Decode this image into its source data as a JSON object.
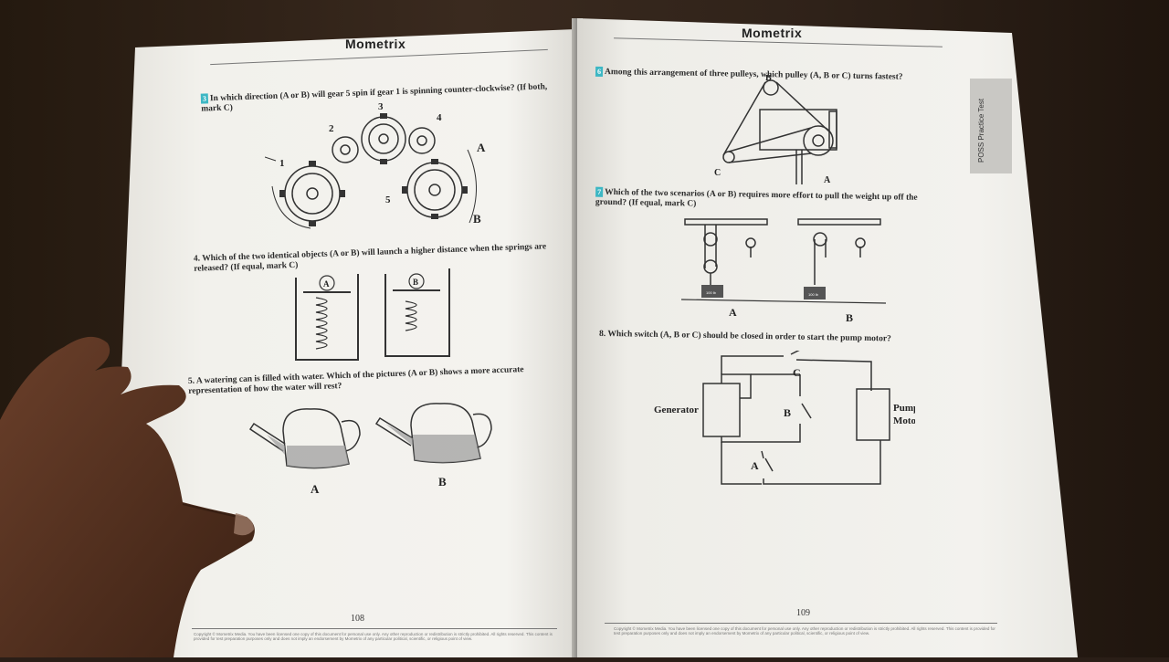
{
  "brand": "Mometrix",
  "left_page": {
    "page_number": "108",
    "questions": [
      {
        "number": "3",
        "text": "In which direction (A or B) will gear 5 spin if gear 1 is spinning counter-clockwise? (If both, mark C)",
        "labels": [
          "1",
          "2",
          "3",
          "4",
          "5",
          "A",
          "B"
        ]
      },
      {
        "number": "4.",
        "text": "Which of the two identical objects (A or B) will launch a higher distance when the springs are released? (If equal, mark C)",
        "labels": [
          "A",
          "B"
        ]
      },
      {
        "number": "5.",
        "text": "A watering can is filled with water. Which of the pictures (A or B) shows a more accurate representation of how the water will rest?",
        "labels": [
          "A",
          "B"
        ]
      }
    ],
    "footer": "Copyright © Mometrix Media. You have been licensed one copy of this document for personal use only. Any other reproduction or redistribution is strictly prohibited. All rights reserved. This content is provided for test preparation purposes only and does not imply an endorsement by Mometrix of any particular political, scientific, or religious point of view."
  },
  "right_page": {
    "page_number": "109",
    "side_tab": "POSS Practice Test",
    "questions": [
      {
        "number": "6",
        "text": "Among this arrangement of three pulleys, which pulley (A, B or C) turns fastest?",
        "labels": [
          "B",
          "C",
          "A"
        ]
      },
      {
        "number": "7",
        "text": "Which of the two scenarios (A or B) requires more effort to pull the weight up off the ground? (If equal, mark C)",
        "labels": [
          "A",
          "B"
        ],
        "weight_labels": [
          "100 lb",
          "100 lb"
        ]
      },
      {
        "number": "8.",
        "text": "Which switch (A, B or C) should be closed in order to start the pump motor?",
        "labels": [
          "Generator",
          "Pump",
          "Motor",
          "A",
          "B",
          "C"
        ]
      }
    ],
    "footer": "Copyright © Mometrix Media. You have been licensed one copy of this document for personal use only. Any other reproduction or redistribution is strictly prohibited. All rights reserved. This content is provided for test preparation purposes only and does not imply an endorsement by Mometrix of any particular political, scientific, or religious point of view."
  }
}
